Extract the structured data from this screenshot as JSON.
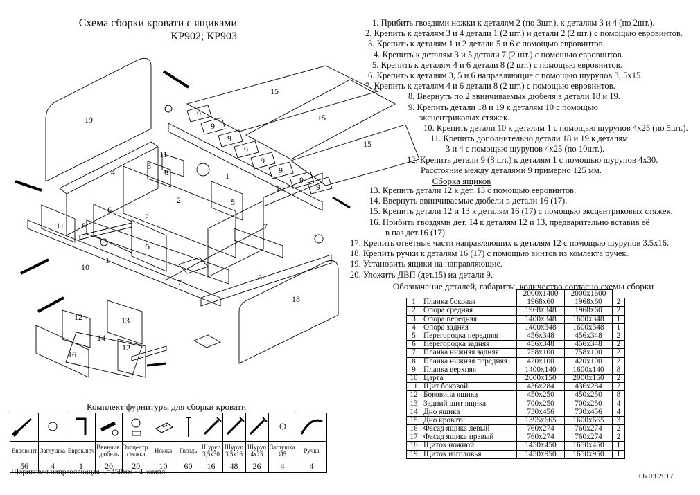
{
  "title": {
    "line1": "Схема сборки кровати с ящиками",
    "line2": "КР902; КР903"
  },
  "instructions": [
    "1. Прибить гвоздями ножки к деталям 2 (по 3шт.), к деталям 3 и 4 (по 2шт.).",
    "2. Крепить к деталям 3 и 4 детали 1 (2 шт.) и детали 2 (2 шт.) с помощью евровинтов.",
    "3. Крепить к деталям 1 и 2 детали 5 и 6 с помощью евровинтов.",
    "4. Крепить к деталям 3 и 5 детали 7 (2 шт.) с помощью евровинтов.",
    "5. Крепить к деталям 4 и 6 детали 8 (2 шт.) с помощью евровинтов.",
    "6. Крепить к деталям 3, 5 и 6 направляющие с помощью шурупов 3, 5х15.",
    "7. Крепить к деталям 4 и 6 детали 8 (2 шт.) с помощью евровинтов.",
    "8. Ввернуть по 2 ввинчиваемых дюбеля в детали 18 и 19.",
    "9. Крепить детали 18 и 19 к деталям 10 с помощью",
    "эксцентриковых стяжек.",
    "10. Крепить детали 10 к деталям 1 с помощью шурупов 4х25 (по 5шт.).",
    "11. Крепить дополнительно детали 18 и 19 к деталям",
    "3 и 4 с помощью шурупов 4х25 (по 10шт.).",
    "12. Крепить детали 9 (8 шт.) к деталям 1 с помощью шурупов 4х30.",
    "Расстояние между деталями 9 примерно 125 мм."
  ],
  "drawer_section": {
    "heading": "Сборка ящиков",
    "instructions": [
      "13. Крепить детали 12 к дет. 13 с помощью евровинтов.",
      "14. Ввернуть ввинчиваемые дюбели в детали 16 (17).",
      "15. Крепить детали 12 и 13 к деталям 16 (17) с помощью эксцентриковых стяжек.",
      "16. Прибить гвоздями дет. 14 к деталям 12 и 13, предварительно вставив её",
      "в паз дет.16 (17).",
      "17. Крепить ответные части направляющих к деталям 12 с помощью шурупов 3.5х16.",
      "18. Крепить ручки к деталям 16 (17) с помощью винтов из комлекта ручек.",
      "19. Установить ящики на направляющие.",
      "20. Уложить ДВП (дет.15) на детали 9."
    ]
  },
  "parts_table": {
    "caption": "Обозначение деталей, габариты, количество согласно схемы сборки",
    "size_headers": [
      "2000х1400",
      "2000х1600"
    ],
    "rows": [
      [
        "1",
        "Планка боковая",
        "1968х60",
        "1968х60",
        "2"
      ],
      [
        "2",
        "Опора средняя",
        "1968х348",
        "1968х60",
        "2"
      ],
      [
        "3",
        "Опора передняя",
        "1400х348",
        "1600х348",
        "1"
      ],
      [
        "4",
        "Опора задняя",
        "1400х348",
        "1600х348",
        "1"
      ],
      [
        "5",
        "Перегородка передняя",
        "456х348",
        "456х348",
        "2"
      ],
      [
        "6",
        "Перегородка задняя",
        "456х348",
        "456х348",
        "2"
      ],
      [
        "7",
        "Планка нижняя задняя",
        "758х100",
        "758х100",
        "2"
      ],
      [
        "8",
        "Планка нижняя передняя",
        "420х100",
        "420х100",
        "2"
      ],
      [
        "9",
        "Планка верхняя",
        "1400х140",
        "1600х140",
        "8"
      ],
      [
        "10",
        "Царга",
        "2000х150",
        "2000х150",
        "2"
      ],
      [
        "11",
        "Щит боковой",
        "436х284",
        "436х284",
        "2"
      ],
      [
        "12",
        "Боковина ящика",
        "450х250",
        "450х250",
        "8"
      ],
      [
        "13",
        "Задний щит ящика",
        "700х250",
        "700х250",
        "4"
      ],
      [
        "14",
        "Дно ящика",
        "730х456",
        "730х456",
        "4"
      ],
      [
        "15",
        "Дно кровати",
        "1395х665",
        "1600х665",
        "3"
      ],
      [
        "16",
        "Фасад ящика левый",
        "760х274",
        "760х274",
        "2"
      ],
      [
        "17",
        "Фасад ящика правый",
        "760х274",
        "760х274",
        "2"
      ],
      [
        "18",
        "Щиток ножной",
        "1450х450",
        "1650х450",
        "1"
      ],
      [
        "19",
        "Щиток изголовья",
        "1450х950",
        "1650х950",
        "1"
      ]
    ]
  },
  "date": "06.03.2017",
  "hardware": {
    "caption": "Комплект фурнитуры для сборки кровати",
    "items": [
      {
        "name": "Евровинт",
        "qty": "56",
        "icon": "eurovint-icon"
      },
      {
        "name": "Заглушка",
        "qty": "4",
        "icon": "cap-icon"
      },
      {
        "name": "Евроключ",
        "qty": "1",
        "icon": "hex-key-icon"
      },
      {
        "name": "Ввинчив. дюбель",
        "qty": "20",
        "icon": "dowel-icon"
      },
      {
        "name": "Эксцентр. стяжка",
        "qty": "20",
        "icon": "eccentric-icon"
      },
      {
        "name": "Ножка",
        "qty": "10",
        "icon": "leg-icon"
      },
      {
        "name": "Гвоздь",
        "qty": "60",
        "icon": "nail-icon"
      },
      {
        "name": "Шуруп 3,5х30",
        "qty": "16",
        "icon": "screw-icon"
      },
      {
        "name": "Шуруп 3,5х16",
        "qty": "48",
        "icon": "screw-icon"
      },
      {
        "name": "Шуруп 4х25",
        "qty": "26",
        "icon": "screw-icon"
      },
      {
        "name": "Заглушка Ø5",
        "qty": "4",
        "icon": "small-cap-icon"
      },
      {
        "name": "Ручка",
        "qty": "4",
        "icon": "handle-icon"
      }
    ],
    "note": "Шариковая направляющая L=450мм - 4 компл."
  },
  "diagram_labels": {
    "p1": "1",
    "p2": "2",
    "p3": "3",
    "p4": "4",
    "p5": "5",
    "p6": "6",
    "p7": "7",
    "p8": "8",
    "p9": "9",
    "p10": "10",
    "p11": "11",
    "p12": "12",
    "p13": "13",
    "p14": "14",
    "p15": "15",
    "p16": "16",
    "p18": "18",
    "p19": "19"
  }
}
